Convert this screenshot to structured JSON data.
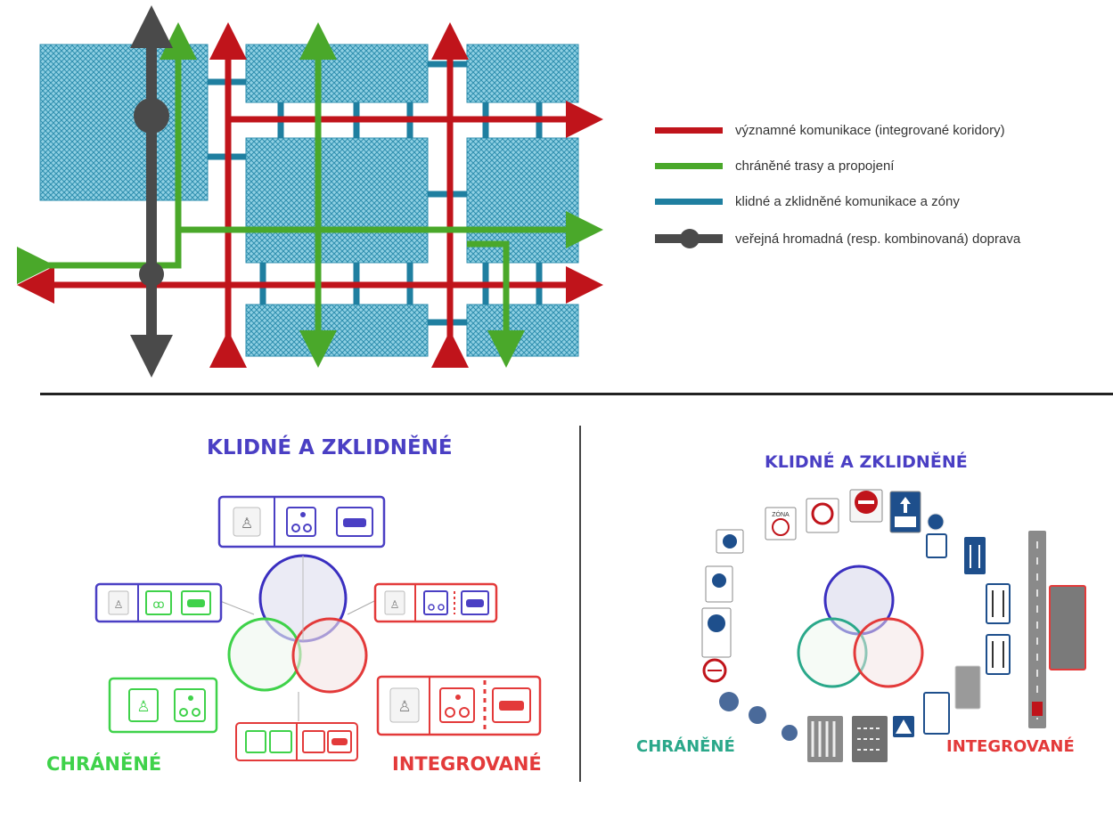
{
  "colors": {
    "major": "#c0141b",
    "protected": "#4aa82a",
    "calm": "#1f7fa0",
    "transit": "#4a4a4a",
    "block_fill": "#63b7d0",
    "section_blue": "#4a3fc4",
    "section_green": "#3fd24a",
    "section_red": "#e33a3a"
  },
  "legend": [
    {
      "key": "major",
      "label": "významné komunikace (integrované koridory)",
      "icon": "red-line-icon"
    },
    {
      "key": "protected",
      "label": "chráněné trasy a propojení",
      "icon": "green-line-icon"
    },
    {
      "key": "calm",
      "label": "klidné a zklidněné komunikace a zóny",
      "icon": "blue-line-icon"
    },
    {
      "key": "transit",
      "label": "veřejná hromadná (resp. kombinovaná) doprava",
      "icon": "transit-line-icon"
    }
  ],
  "left_venn": {
    "top_title": "KLIDNÉ A ZKLIDNĚNÉ",
    "left_title": "CHRÁNĚNÉ",
    "right_title": "INTEGROVANÉ",
    "icons": [
      "pedestrian-icon",
      "cyclist-icon",
      "car-icon"
    ]
  },
  "right_venn": {
    "top_title": "KLIDNÉ A ZKLIDNĚNÉ",
    "left_title": "CHRÁNĚNÉ",
    "right_title": "INTEGROVANÉ",
    "sign_text": "ZÓNA"
  }
}
